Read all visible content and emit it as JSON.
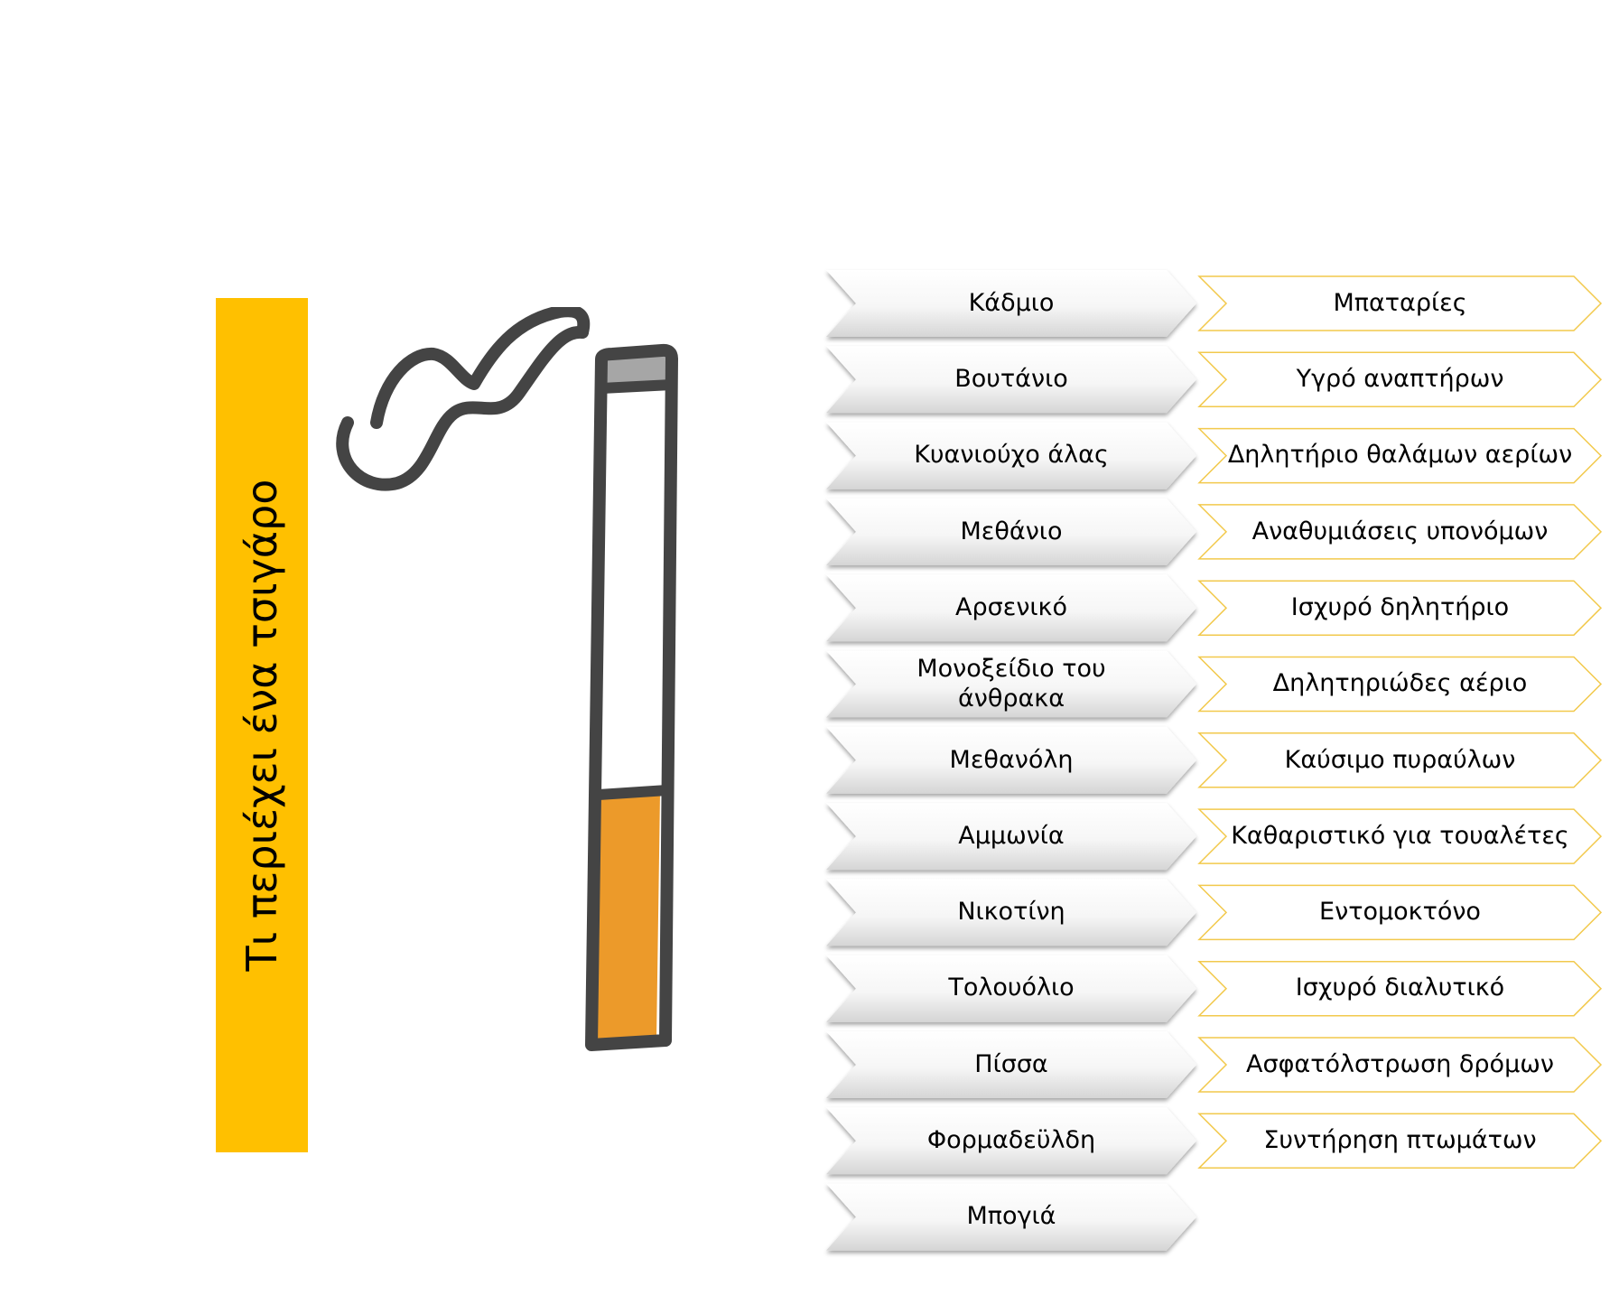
{
  "title": "Τι περιέχει ένα τσιγάρο",
  "colors": {
    "title_band": "#FFC000",
    "filter": "#EC9A2A",
    "tip": "#A6A6A6",
    "outline": "#444444",
    "answer_border": "#F2C94C"
  },
  "icons": {
    "cigarette": "cigarette-icon",
    "smoke": "smoke-icon"
  },
  "rows": [
    {
      "substance": "Κάδμιο",
      "use": "Μπαταρίες"
    },
    {
      "substance": "Βουτάνιο",
      "use": "Υγρό αναπτήρων"
    },
    {
      "substance": "Κυανιούχο άλας",
      "use": "Δηλητήριο θαλάμων αερίων"
    },
    {
      "substance": "Μεθάνιο",
      "use": "Αναθυμιάσεις υπονόμων"
    },
    {
      "substance": "Αρσενικό",
      "use": "Ισχυρό δηλητήριο"
    },
    {
      "substance": "Μονοξείδιο του άνθρακα",
      "use": "Δηλητηριώδες αέριο"
    },
    {
      "substance": "Μεθανόλη",
      "use": "Καύσιμο πυραύλων"
    },
    {
      "substance": "Αμμωνία",
      "use": "Καθαριστικό για τουαλέτες"
    },
    {
      "substance": "Νικοτίνη",
      "use": "Εντομοκτόνο"
    },
    {
      "substance": "Τολουόλιο",
      "use": "Ισχυρό διαλυτικό"
    },
    {
      "substance": "Πίσσα",
      "use": "Ασφατόλστρωση δρόμων"
    },
    {
      "substance": "Φορμαδεϋλδη",
      "use": "Συντήρηση πτωμάτων"
    },
    {
      "substance": "Μπογιά",
      "use": ""
    }
  ]
}
